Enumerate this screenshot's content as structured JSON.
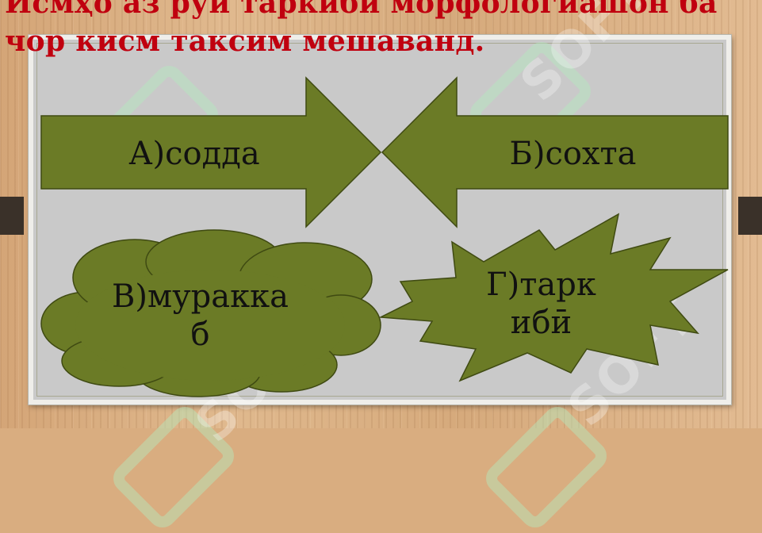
{
  "title": "Исмҳо аз рӯи таркиби морфологиашон ба чор кисм таксим мешаванд.",
  "shapes": {
    "arrow_a": "А)содда",
    "arrow_b": "Б)сохта",
    "cloud_v": "В)муракка\nб",
    "star_g": "Г)тарк\nибӣ"
  },
  "watermark": "SOFT",
  "colors": {
    "title": "#c0000f",
    "shape_fill": "#6b7b26",
    "board": "#c9c9c9"
  }
}
